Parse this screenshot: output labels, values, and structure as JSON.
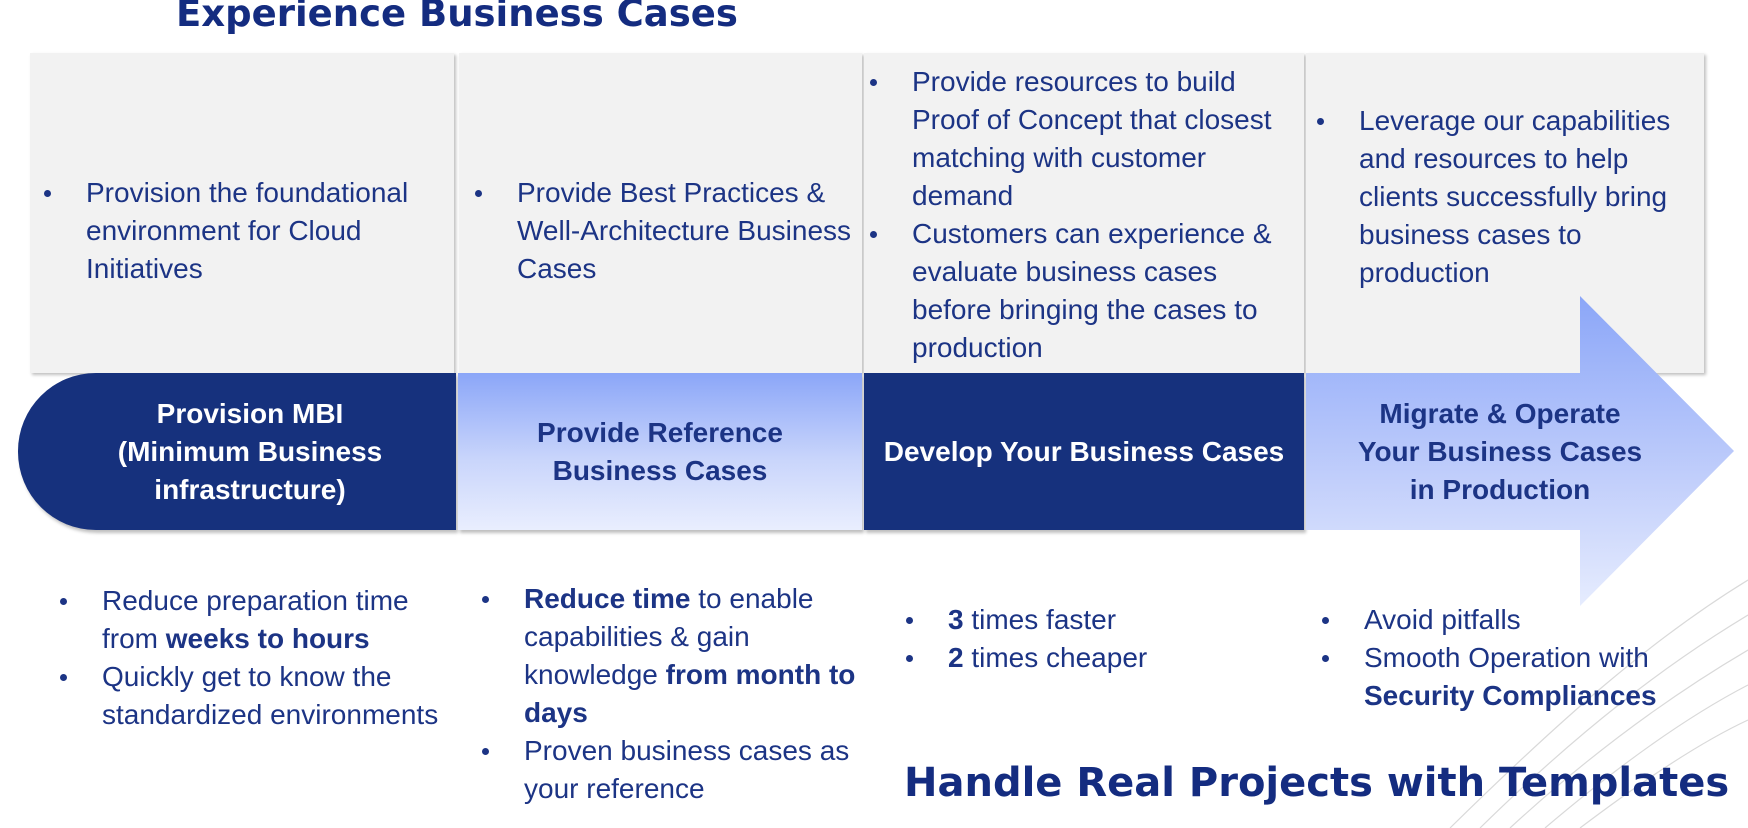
{
  "title": "Experience Business Cases",
  "footer_title": "Handle Real Projects with Templates",
  "colors": {
    "navy": "#16317d",
    "text": "#1c3485",
    "light_blue": "#8ba6f8",
    "panel": "#f2f2f2"
  },
  "stages": [
    {
      "label": "Provision MBI (Minimum Business infrastructure)",
      "label_lines": [
        "Provision MBI",
        "(Minimum Business",
        "infrastructure)"
      ],
      "top_bullets": [
        "Provision the foundational environment for Cloud Initiatives"
      ],
      "bottom": [
        {
          "pre": "Reduce preparation time from ",
          "bold": "weeks to hours",
          "post": ""
        },
        {
          "pre": "Quickly get to know the standardized environments",
          "bold": "",
          "post": ""
        }
      ]
    },
    {
      "label": "Provide Reference Business Cases",
      "label_lines": [
        "Provide Reference",
        "Business Cases"
      ],
      "top_bullets": [
        "Provide Best Practices & Well-Architecture Business Cases"
      ],
      "bottom": [
        {
          "pre": "",
          "bold": "Reduce time",
          "post": " to enable capabilities & gain knowledge "
        },
        {
          "pre": "Proven business cases as your reference",
          "bold": "",
          "post": ""
        }
      ],
      "bottom_extra_bold": "from month to days"
    },
    {
      "label": "Develop Your Business Cases",
      "label_lines": [
        "Develop Your Business Cases"
      ],
      "top_bullets": [
        "Provide resources to build Proof of Concept that closest matching with customer demand",
        "Customers can experience & evaluate business cases before bringing the cases to production"
      ],
      "bottom": [
        {
          "pre": "",
          "bold": "3",
          "post": " times faster"
        },
        {
          "pre": "",
          "bold": "2",
          "post": " times cheaper"
        }
      ]
    },
    {
      "label": "Migrate & Operate Your Business Cases in Production",
      "label_lines": [
        "Migrate & Operate",
        "Your Business Cases",
        "in Production"
      ],
      "top_bullets": [
        "Leverage our capabilities and resources to help clients successfully bring business cases to production"
      ],
      "bottom": [
        {
          "pre": "Avoid pitfalls",
          "bold": "",
          "post": ""
        },
        {
          "pre": "Smooth Operation with ",
          "bold": "Security Compliances",
          "post": ""
        }
      ]
    }
  ]
}
